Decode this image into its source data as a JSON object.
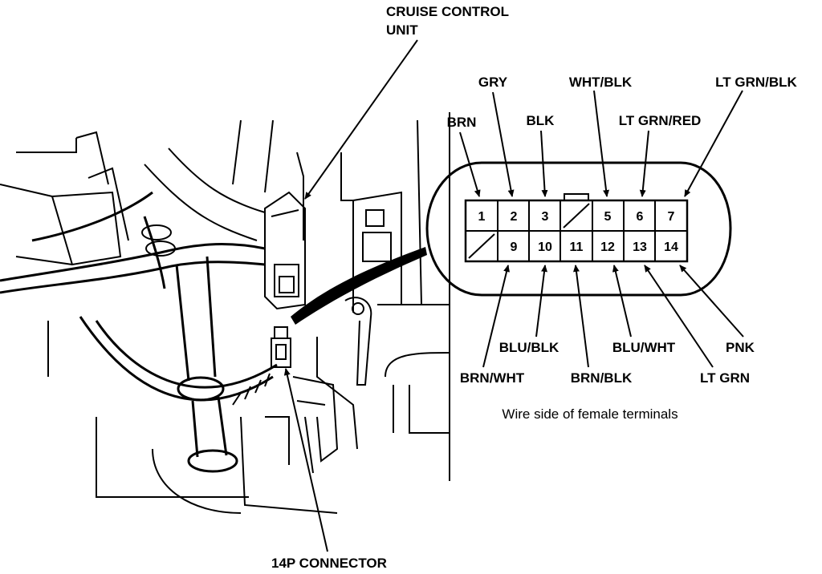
{
  "labels": {
    "cruise_control_unit_1": "CRUISE CONTROL",
    "cruise_control_unit_2": "UNIT",
    "connector": "14P CONNECTOR",
    "caption": "Wire side of female terminals"
  },
  "pins": {
    "p1": "1",
    "p2": "2",
    "p3": "3",
    "p5": "5",
    "p6": "6",
    "p7": "7",
    "p9": "9",
    "p10": "10",
    "p11": "11",
    "p12": "12",
    "p13": "13",
    "p14": "14"
  },
  "wires": {
    "w1": "BRN",
    "w2": "GRY",
    "w3": "BLK",
    "w5": "WHT/BLK",
    "w6": "LT GRN/RED",
    "w7": "LT GRN/BLK",
    "w9": "BRN/WHT",
    "w10": "BLU/BLK",
    "w11": "BRN/BLK",
    "w12": "BLU/WHT",
    "w13": "LT GRN",
    "w14": "PNK"
  }
}
